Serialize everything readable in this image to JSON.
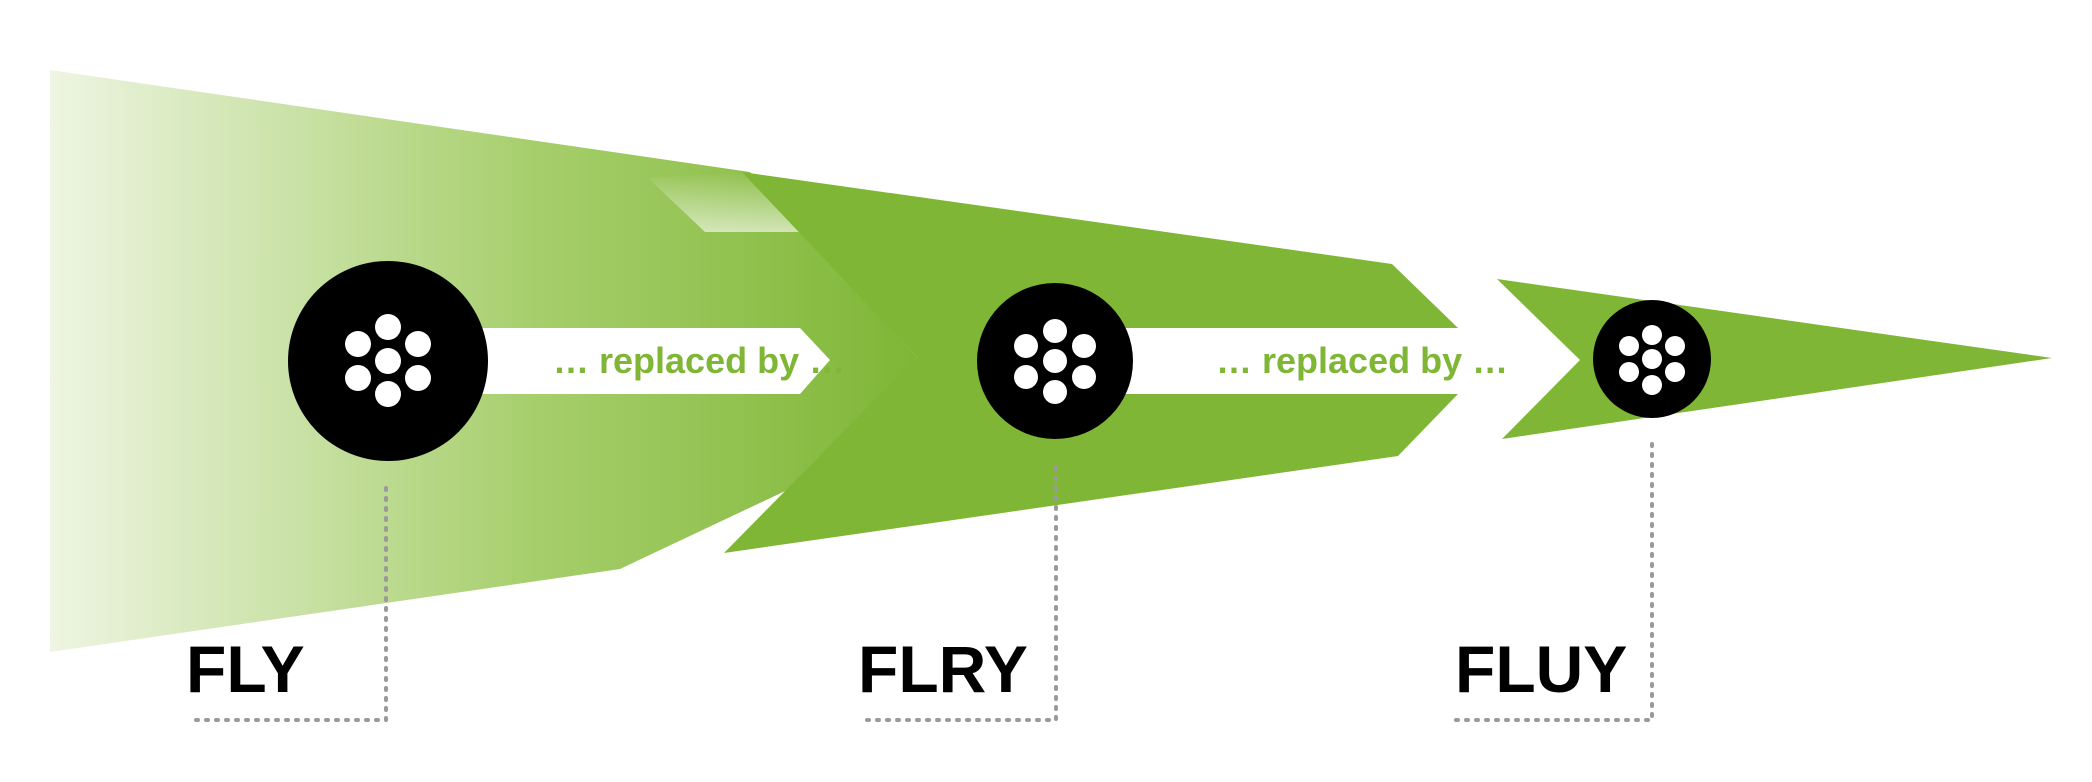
{
  "colors": {
    "green": "#7fb636",
    "green_light": "#eef5e2",
    "cable": "#000000",
    "strand": "#ffffff",
    "leader_line": "#9a9a9a"
  },
  "transition_text": "… replaced by …",
  "cables": [
    {
      "label": "FLY",
      "icon": "cable-cross-section-icon"
    },
    {
      "label": "FLRY",
      "icon": "cable-cross-section-icon"
    },
    {
      "label": "FLUY",
      "icon": "cable-cross-section-icon"
    }
  ]
}
